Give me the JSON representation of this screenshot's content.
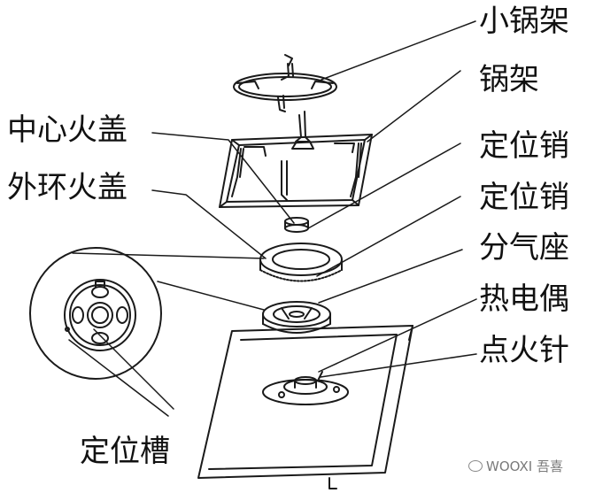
{
  "labels": {
    "small_pot_rack": "小锅架",
    "pot_rack": "锅架",
    "center_cap": "中心火盖",
    "outer_ring_cap": "外环火盖",
    "pin_1": "定位销",
    "pin_2": "定位销",
    "distributor_seat": "分气座",
    "thermocouple": "热电偶",
    "igniter": "点火针",
    "locating_groove": "定位槽"
  },
  "watermark": {
    "text": "WOOXI 吾喜"
  },
  "colors": {
    "line": "#1a1a1a",
    "text": "#111111",
    "background": "#ffffff"
  }
}
